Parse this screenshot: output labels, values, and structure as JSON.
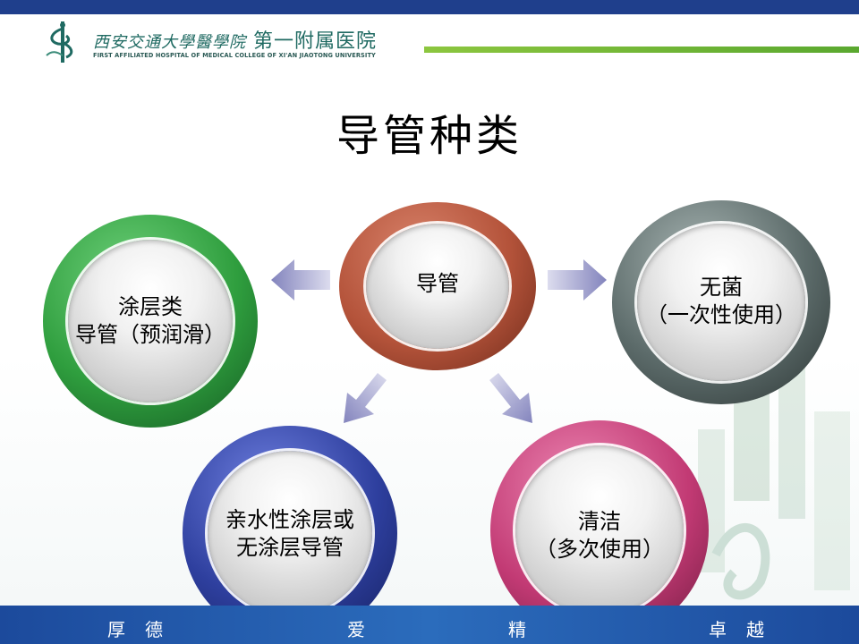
{
  "header": {
    "logo_cn_script": "西安交通大學醫學院",
    "logo_cn": "第一附属医院",
    "logo_en": "FIRST AFFILIATED HOSPITAL OF MEDICAL COLLEGE OF XI'AN JIAOTONG UNIVERSITY"
  },
  "title": "导管种类",
  "diagram": {
    "center": {
      "line1": "导管",
      "line2": ""
    },
    "left": {
      "line1": "涂层类",
      "line2": "导管（预润滑）"
    },
    "right": {
      "line1": "无菌",
      "line2": "（一次性使用）"
    },
    "bottom_left": {
      "line1": "亲水性涂层或",
      "line2": "无涂层导管"
    },
    "bottom_right": {
      "line1": "清洁",
      "line2": "（多次使用）"
    }
  },
  "footer": {
    "motto": [
      "厚德",
      "爱",
      "精",
      "卓越"
    ]
  },
  "colors": {
    "top_bar": "#1f3f8c",
    "bottom_bar": "#2b6cbc",
    "accent_line": "#8cc63f",
    "center_ring": "#b4533a",
    "left_ring": "#2f9e3e",
    "right_ring": "#5c6b6a",
    "bottom_left_ring": "#2e3f9e",
    "bottom_right_ring": "#c23a74",
    "arrow": "#8d8fc4"
  }
}
